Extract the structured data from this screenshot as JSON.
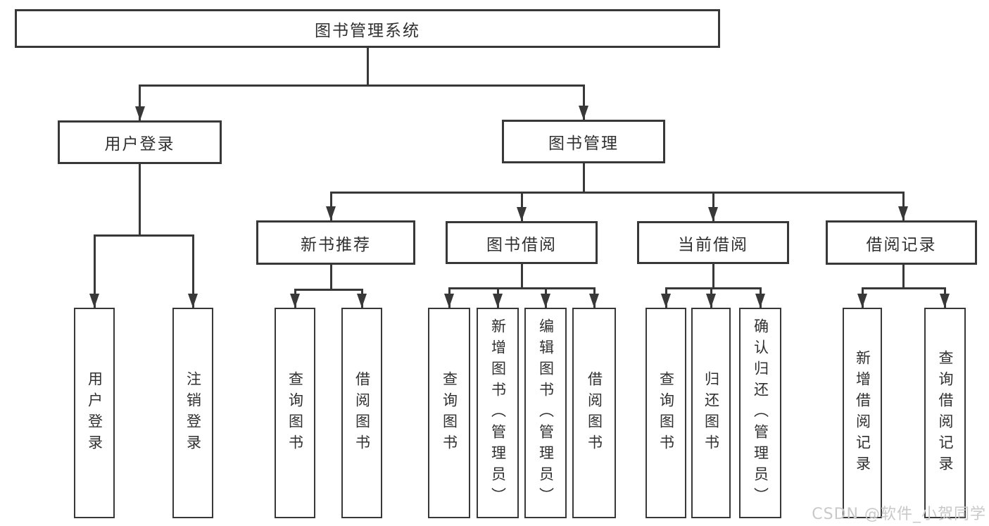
{
  "diagram": {
    "title": "图书管理系统",
    "root": {
      "label": "图书管理系统"
    },
    "level2": [
      {
        "label": "用户登录",
        "children": [
          "用户登录",
          "注销登录"
        ]
      },
      {
        "label": "图书管理",
        "children": [
          "新书推荐",
          "图书借阅",
          "当前借阅",
          "借阅记录"
        ]
      }
    ],
    "level3": [
      {
        "label": "新书推荐",
        "parent": "图书管理"
      },
      {
        "label": "图书借阅",
        "parent": "图书管理"
      },
      {
        "label": "当前借阅",
        "parent": "图书管理"
      },
      {
        "label": "借阅记录",
        "parent": "图书管理"
      }
    ],
    "leaves": [
      {
        "label": "用户登录",
        "parent": "用户登录"
      },
      {
        "label": "注销登录",
        "parent": "用户登录"
      },
      {
        "label": "查询图书",
        "parent": "新书推荐"
      },
      {
        "label": "借阅图书",
        "parent": "新书推荐"
      },
      {
        "label": "查询图书",
        "parent": "图书借阅"
      },
      {
        "label": "新增图书（管理员）",
        "parent": "图书借阅"
      },
      {
        "label": "编辑图书（管理员）",
        "parent": "图书借阅"
      },
      {
        "label": "借阅图书",
        "parent": "图书借阅"
      },
      {
        "label": "查询图书",
        "parent": "当前借阅"
      },
      {
        "label": "归还图书",
        "parent": "当前借阅"
      },
      {
        "label": "确认归还（管理员）",
        "parent": "当前借阅"
      },
      {
        "label": "新增借阅记录",
        "parent": "借阅记录"
      },
      {
        "label": "查询借阅记录",
        "parent": "借阅记录"
      }
    ]
  },
  "watermark": {
    "text": "CSDN @软件_小贺同学"
  },
  "colors": {
    "line": "#383838",
    "text": "#303030",
    "watermark": "#c9c9c9",
    "background": "#ffffff"
  }
}
